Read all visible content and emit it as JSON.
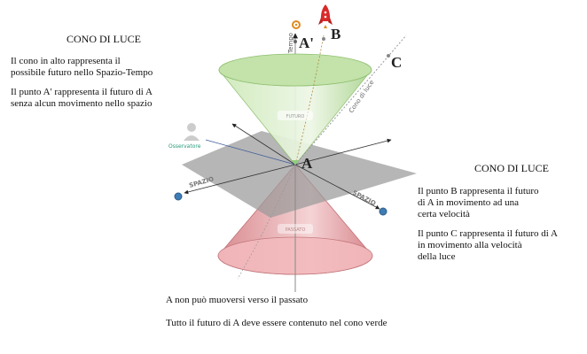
{
  "left_panel": {
    "title": "CONO DI LUCE",
    "para1": [
      "Il cono in alto rappresenta il",
      "possibile futuro nello Spazio-Tempo"
    ],
    "para2": [
      "Il punto A' rappresenta il futuro di A",
      "senza alcun movimento nello spazio"
    ]
  },
  "right_panel": {
    "title": "CONO DI LUCE",
    "para1": [
      "Il punto B rappresenta il futuro",
      "di A in movimento ad una",
      "certa velocità"
    ],
    "para2": [
      "Il punto C rappresenta il futuro di A",
      "in movimento alla velocità",
      "della luce"
    ]
  },
  "bottom": {
    "line1": "A non può muoversi verso il passato",
    "line2": "Tutto il futuro di A deve essere contenuto nel cono verde"
  },
  "diagram": {
    "point_a": "A",
    "point_a_prime": "A'",
    "point_b": "B",
    "point_c": "C",
    "time_axis": "Tempo",
    "light_cone_label": "Cono di luce",
    "future_label": "FUTURO",
    "past_label": "PASSATO",
    "observer_label": "Osservatore",
    "space_left": "SPAZIO",
    "space_right": "SPAZIO",
    "colors": {
      "future_cone": "#b9dfa0",
      "past_cone": "#e9a3a6",
      "plane": "#9a9a9a",
      "observer": "#2a9a7a",
      "rocket": "#d92a2a"
    }
  }
}
